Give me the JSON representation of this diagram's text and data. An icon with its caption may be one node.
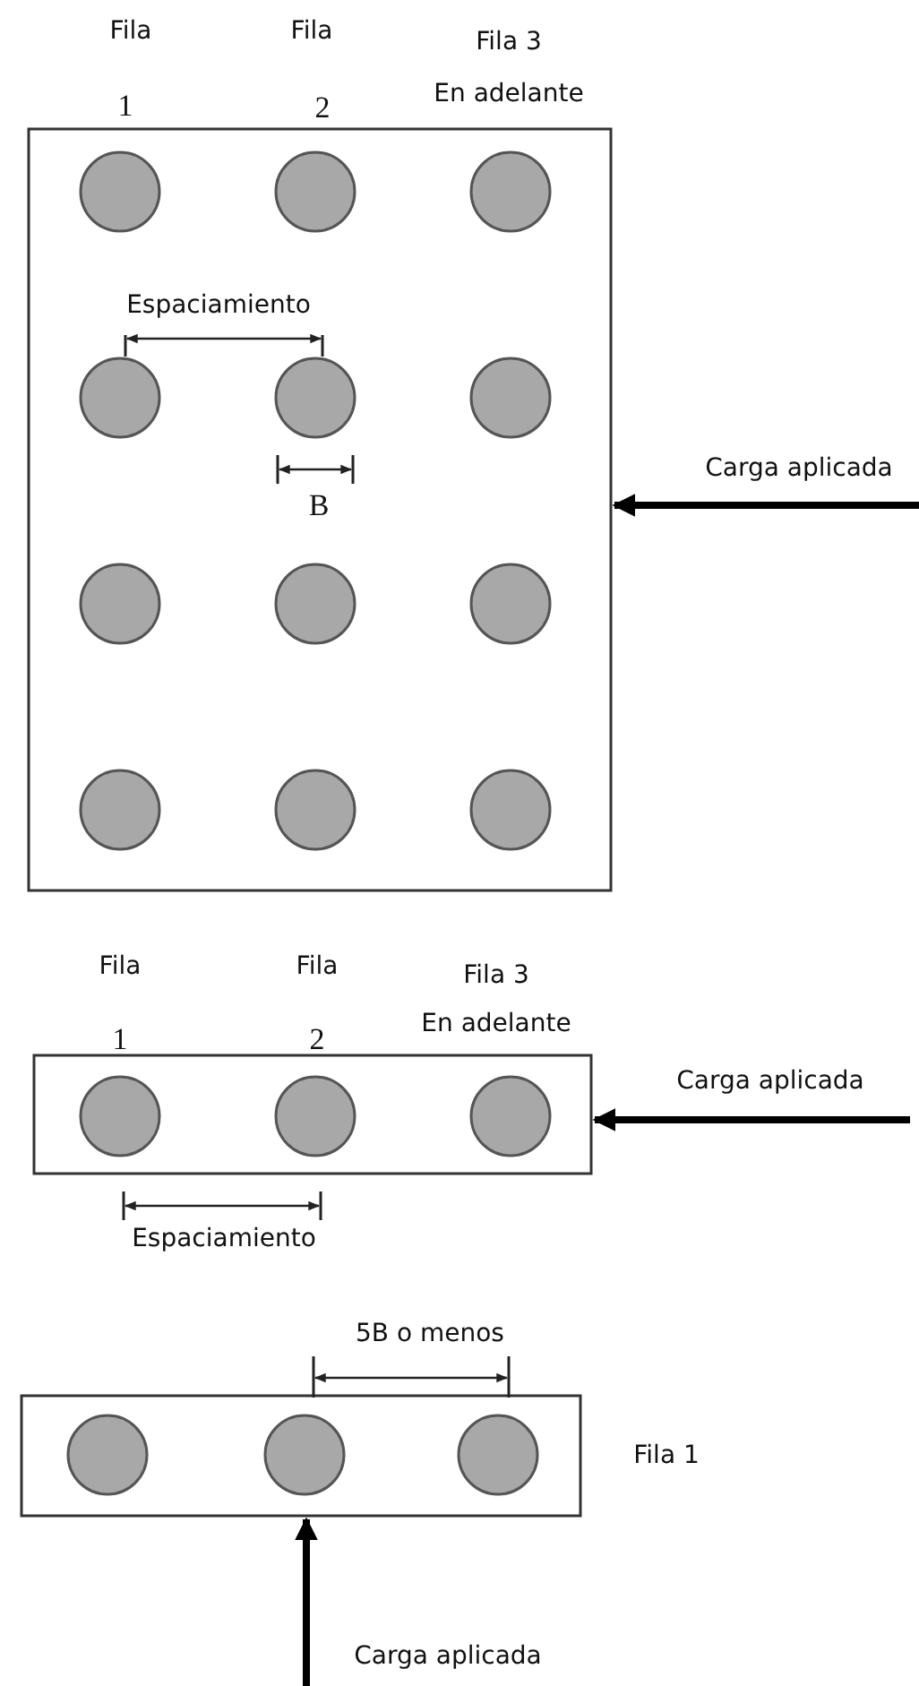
{
  "diagram": {
    "labels": [
      "Fila",
      "Fila",
      "Fila 3",
      "1",
      "2",
      "En adelante",
      "Espaciamiento",
      "Carga aplicada",
      "B",
      "Fila",
      "Fila",
      "Fila 3",
      "1",
      "2",
      "En adelante",
      "Carga aplicada",
      "Espaciamiento",
      "5B o menos",
      "Fila 1",
      "Carga aplicada"
    ]
  }
}
